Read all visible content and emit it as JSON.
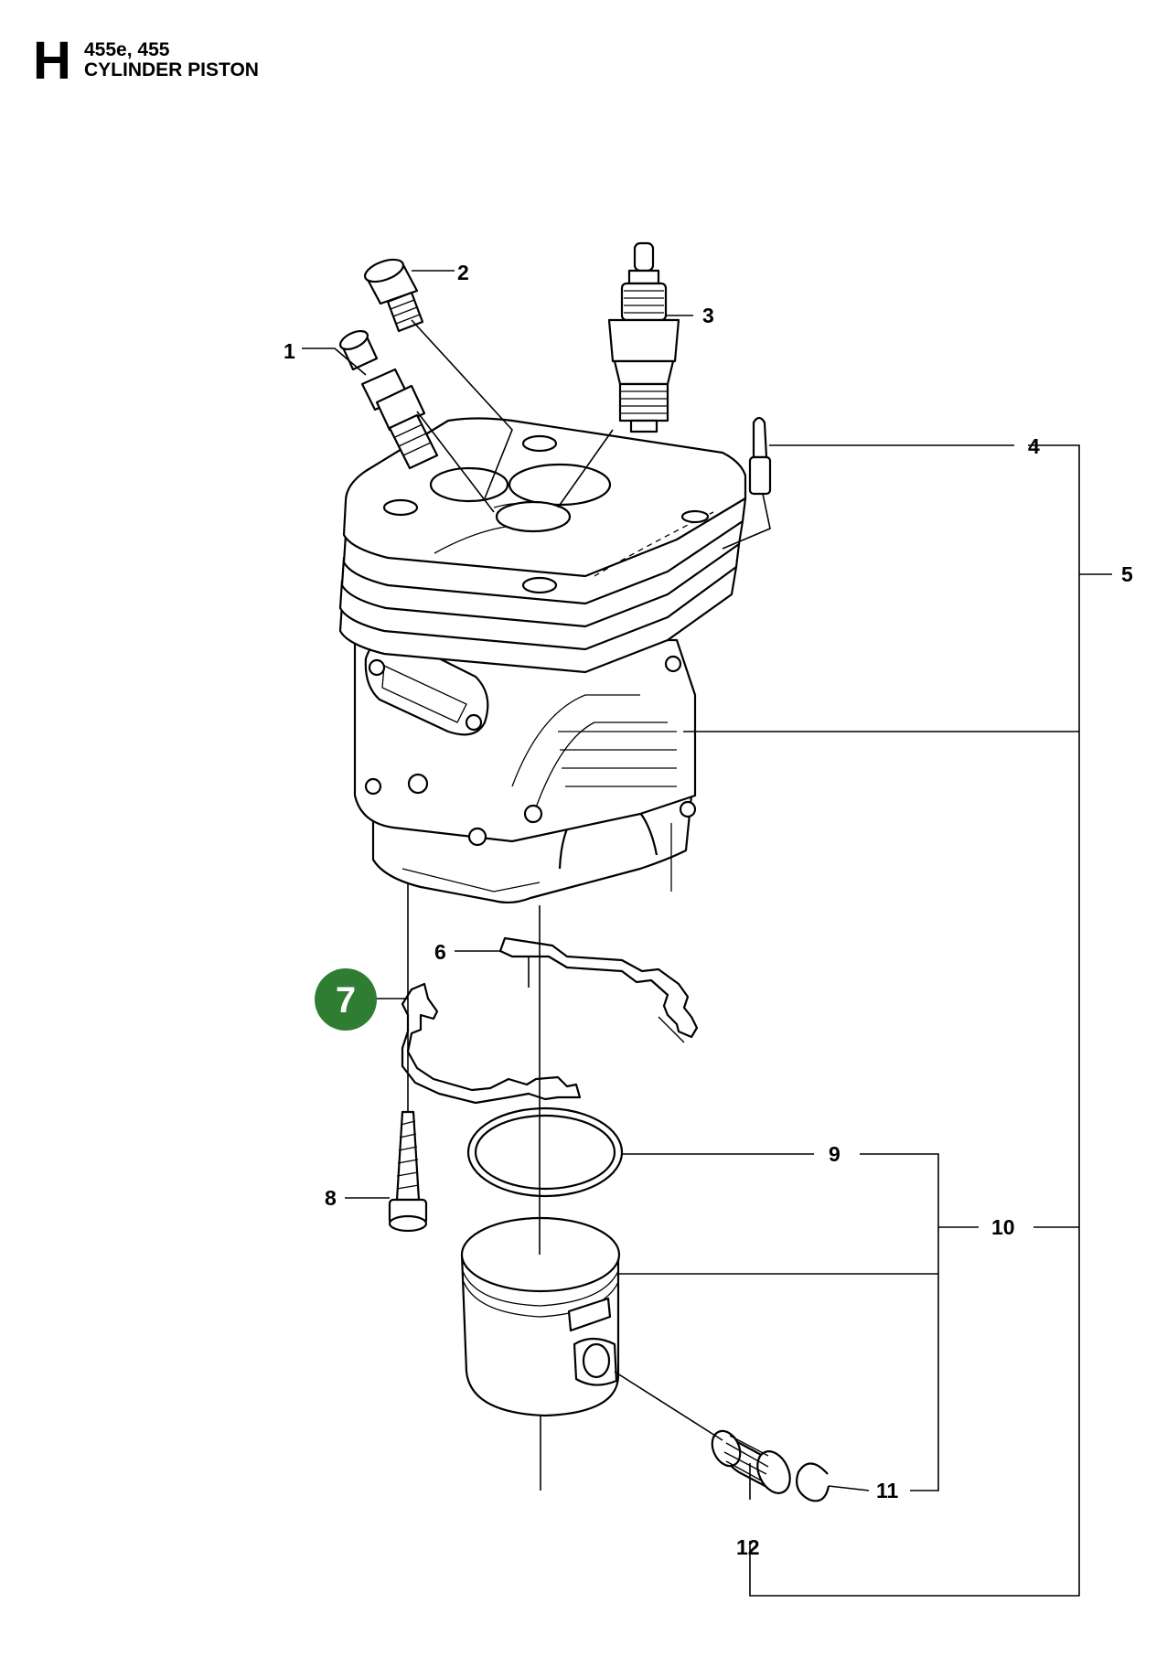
{
  "header": {
    "section_letter": "H",
    "model": "455e, 455",
    "title": "CYLINDER PISTON"
  },
  "callouts": {
    "c1": "1",
    "c2": "2",
    "c3": "3",
    "c4": "4",
    "c5": "5",
    "c6": "6",
    "c7": "7",
    "c8": "8",
    "c9": "9",
    "c10": "10",
    "c11": "11",
    "c12": "12"
  },
  "highlight": {
    "part": "7",
    "color": "#2e7d32"
  }
}
